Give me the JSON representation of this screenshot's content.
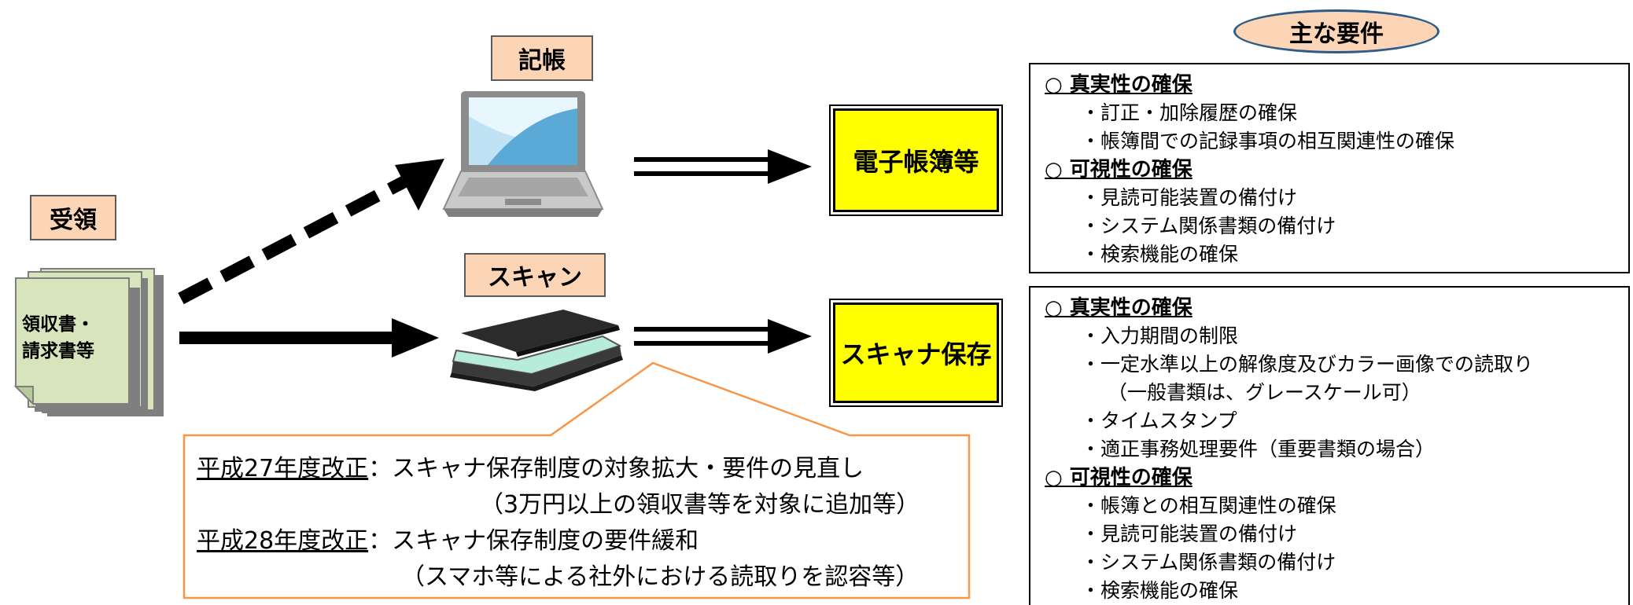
{
  "labels": {
    "receipt": "受領",
    "bookkeeping": "記帳",
    "scan": "スキャン",
    "documents": [
      "領収書・",
      "請求書等"
    ]
  },
  "outputs": {
    "electronic_books": "電子帳簿等",
    "scanner_storage": "スキャナ保存"
  },
  "requirements_title": "主な要件",
  "requirements_top": {
    "authenticity_head": "○ 真実性の確保",
    "authenticity_items": [
      "・訂正・加除履歴の確保",
      "・帳簿間での記録事項の相互関連性の確保"
    ],
    "visibility_head": "○ 可視性の確保",
    "visibility_items": [
      "・見読可能装置の備付け",
      "・システム関係書類の備付け",
      "・検索機能の確保"
    ]
  },
  "requirements_bottom": {
    "authenticity_head": "○ 真実性の確保",
    "authenticity_items": [
      "・入力期間の制限",
      "・一定水準以上の解像度及びカラー画像での読取り"
    ],
    "authenticity_sub": "（一般書類は、グレースケール可）",
    "authenticity_items2": [
      "・タイムスタンプ",
      "・適正事務処理要件（重要書類の場合）"
    ],
    "visibility_head": "○ 可視性の確保",
    "visibility_items": [
      "・帳簿との相互関連性の確保",
      "・見読可能装置の備付け",
      "・システム関係書類の備付け",
      "・検索機能の確保"
    ]
  },
  "note": {
    "rev27_label": "平成27年度改正",
    "rev27_text": "：スキャナ保存制度の対象拡大・要件の見直し",
    "rev27_sub": "（3万円以上の領収書等を対象に追加等）",
    "rev28_label": "平成28年度改正",
    "rev28_text": "：スキャナ保存制度の要件緩和",
    "rev28_sub": "（スマホ等による社外における読取りを認容等）"
  },
  "colors": {
    "label_fill": "#fbd5b5",
    "output_fill": "#ffff00",
    "document_fill": "#d8e4bc",
    "callout_border": "#f79646",
    "oval_border": "#2e5c8a"
  }
}
